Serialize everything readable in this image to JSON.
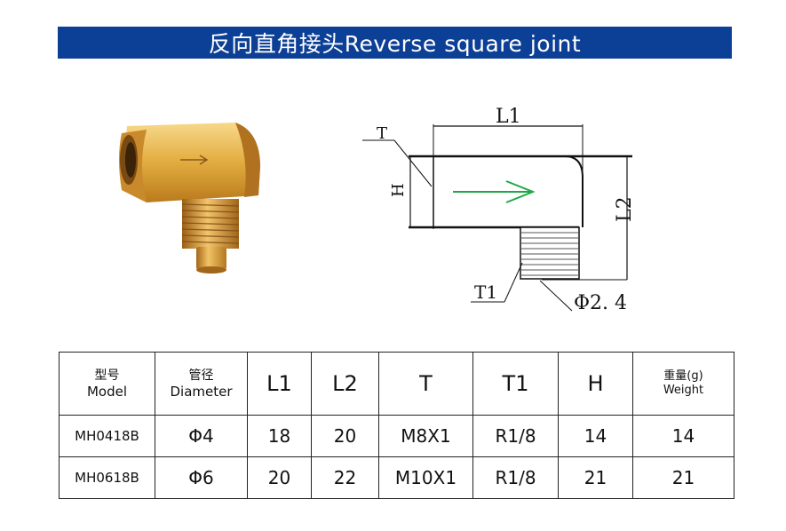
{
  "title": "反向直角接头Reverse square joint",
  "drawing": {
    "label_L1": "L1",
    "label_L2": "L2",
    "label_T": "T",
    "label_H": "H",
    "label_T1": "T1",
    "label_dia": "Φ2. 4"
  },
  "table": {
    "headers": [
      {
        "cn": "型号",
        "en": "Model"
      },
      {
        "cn": "管径",
        "en": "Diameter"
      },
      {
        "en": "L1"
      },
      {
        "en": "L2"
      },
      {
        "en": "T"
      },
      {
        "en": "T1"
      },
      {
        "en": "H"
      },
      {
        "cn": "重量(g)",
        "en": "Weight"
      }
    ],
    "rows": [
      [
        "MH0418B",
        "Φ4",
        "18",
        "20",
        "M8X1",
        "R1/8",
        "14",
        "14"
      ],
      [
        "MH0618B",
        "Φ6",
        "20",
        "22",
        "M10X1",
        "R1/8",
        "21",
        "21"
      ]
    ]
  }
}
